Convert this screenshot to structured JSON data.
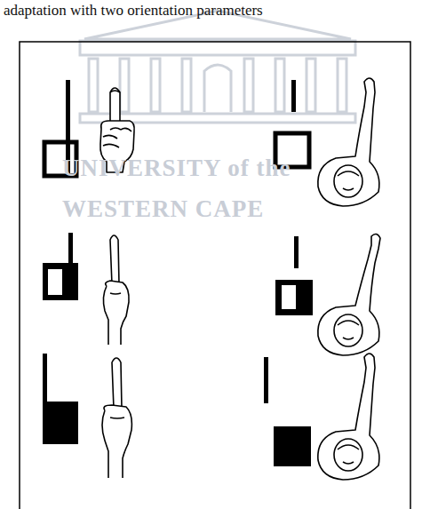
{
  "diagram": {
    "labels": [
      "adaptation with two orientation parameters",
      "UNIVERSITY of the",
      "WESTERN CAPE"
    ]
  }
}
